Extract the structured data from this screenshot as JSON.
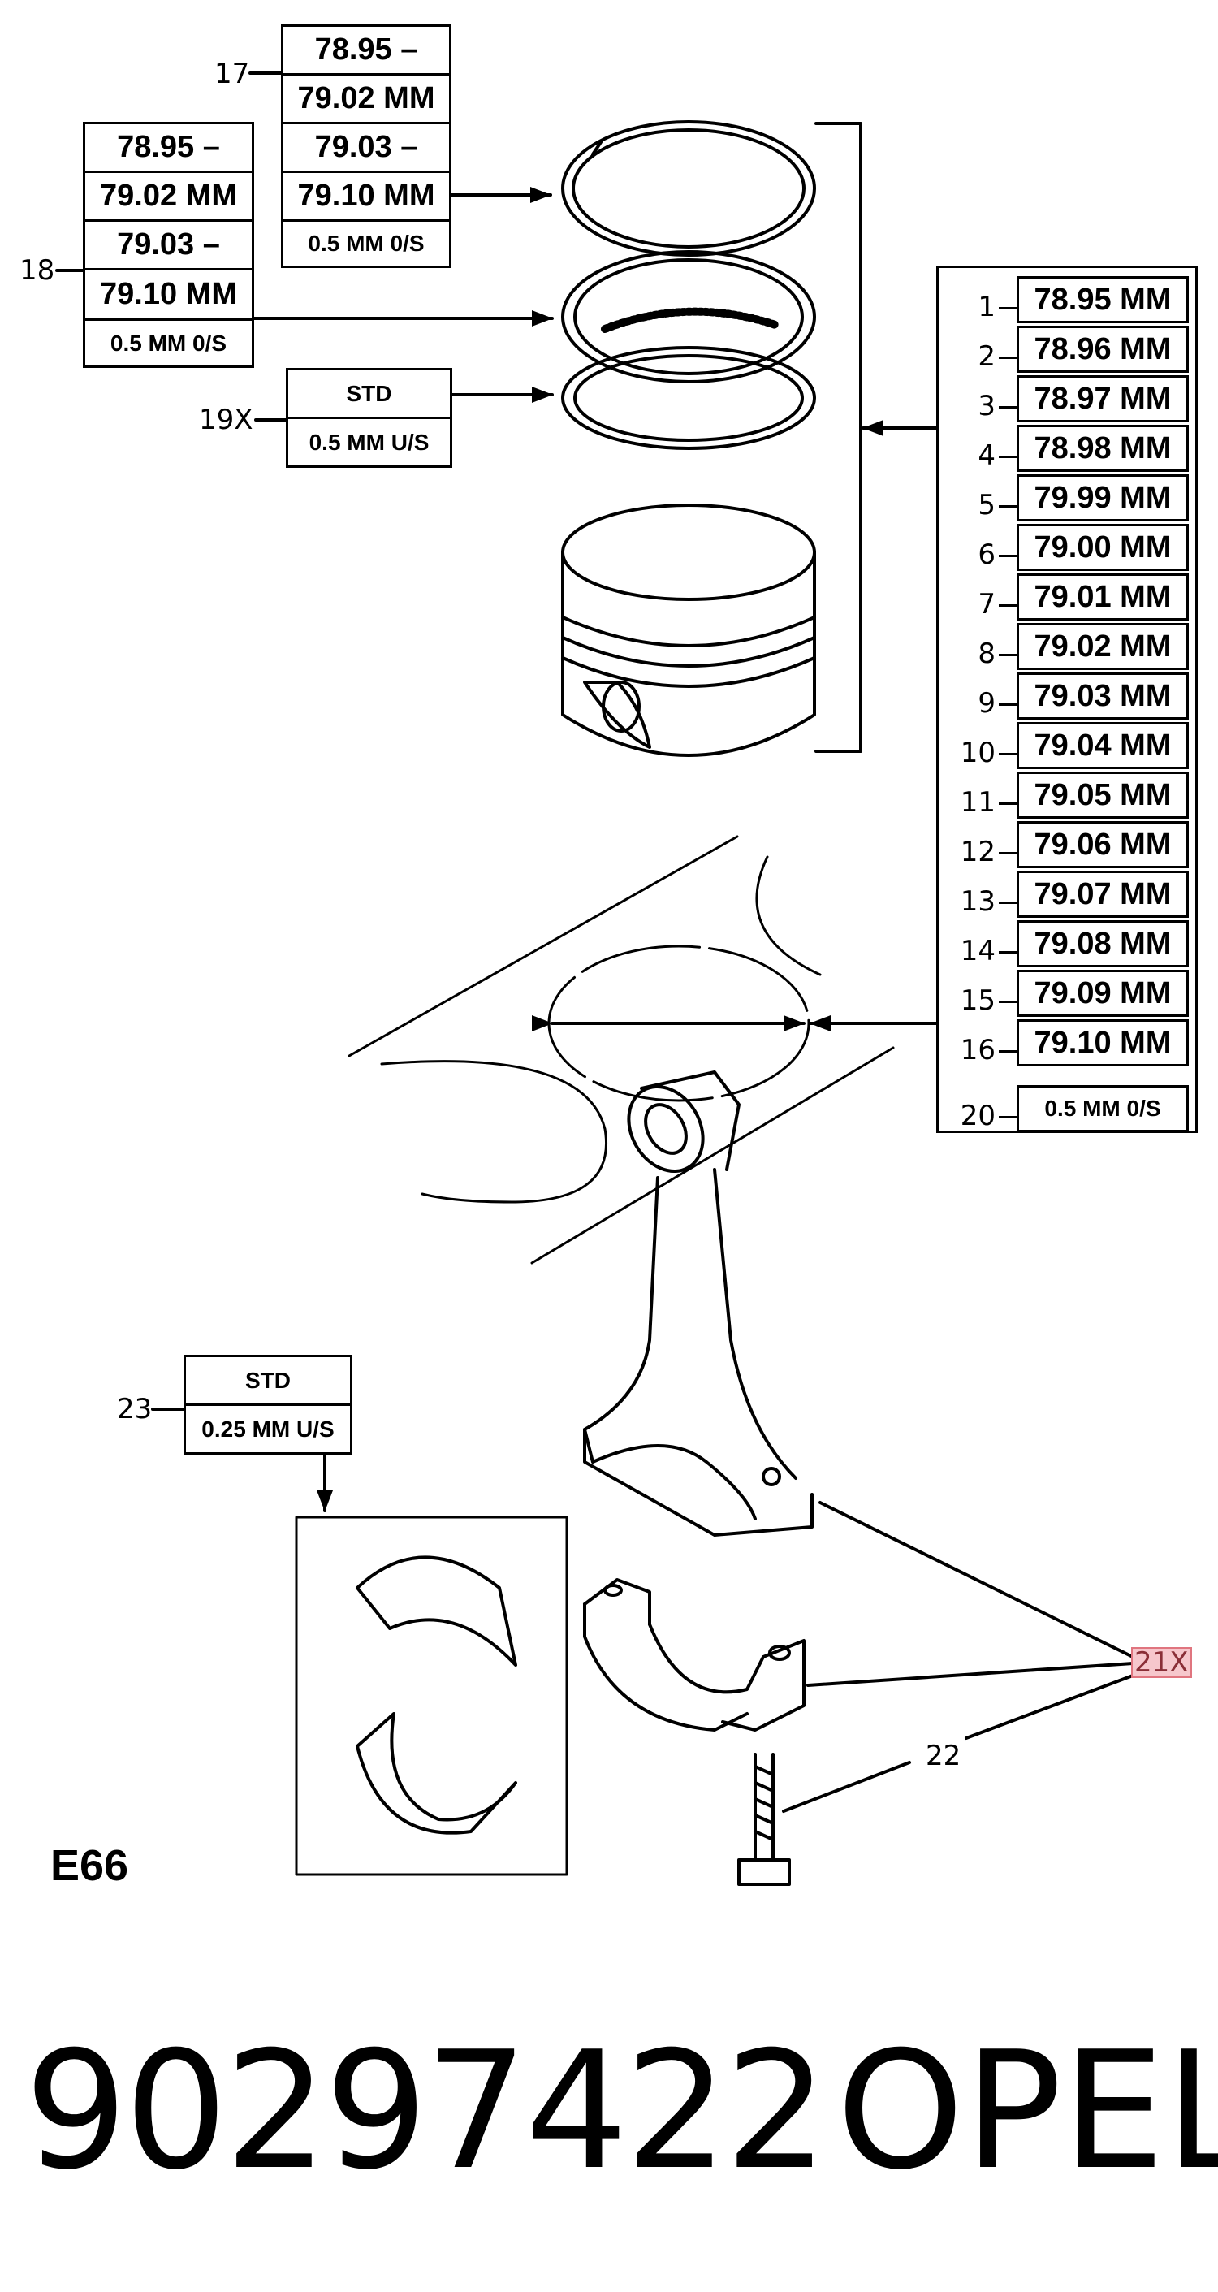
{
  "ring_table_17": {
    "callout": "17",
    "rows": [
      "78.95 –",
      "79.02 MM",
      "79.03 –",
      "79.10 MM",
      "0.5 MM 0/S"
    ]
  },
  "ring_table_18": {
    "callout": "18",
    "rows": [
      "78.95 –",
      "79.02 MM",
      "79.03 –",
      "79.10 MM",
      "0.5 MM 0/S"
    ]
  },
  "ring_table_19": {
    "callout": "19X",
    "rows": [
      "STD",
      "0.5 MM U/S"
    ]
  },
  "piston_sizes": [
    {
      "num": "1",
      "size": "78.95 MM"
    },
    {
      "num": "2",
      "size": "78.96 MM"
    },
    {
      "num": "3",
      "size": "78.97 MM"
    },
    {
      "num": "4",
      "size": "78.98 MM"
    },
    {
      "num": "5",
      "size": "79.99 MM"
    },
    {
      "num": "6",
      "size": "79.00 MM"
    },
    {
      "num": "7",
      "size": "79.01 MM"
    },
    {
      "num": "8",
      "size": "79.02 MM"
    },
    {
      "num": "9",
      "size": "79.03 MM"
    },
    {
      "num": "10",
      "size": "79.04 MM"
    },
    {
      "num": "11",
      "size": "79.05 MM"
    },
    {
      "num": "12",
      "size": "79.06 MM"
    },
    {
      "num": "13",
      "size": "79.07 MM"
    },
    {
      "num": "14",
      "size": "79.08 MM"
    },
    {
      "num": "15",
      "size": "79.09 MM"
    },
    {
      "num": "16",
      "size": "79.10 MM"
    },
    {
      "num": "20",
      "size": "0.5 MM 0/S"
    }
  ],
  "bearing_table_23": {
    "callout": "23",
    "rows": [
      "STD",
      "0.25 MM U/S"
    ]
  },
  "callouts": {
    "bolt": "22",
    "cap": "21X"
  },
  "figure_code": "E66",
  "footer": {
    "part_number": "90297422",
    "brand": "OPEL"
  }
}
